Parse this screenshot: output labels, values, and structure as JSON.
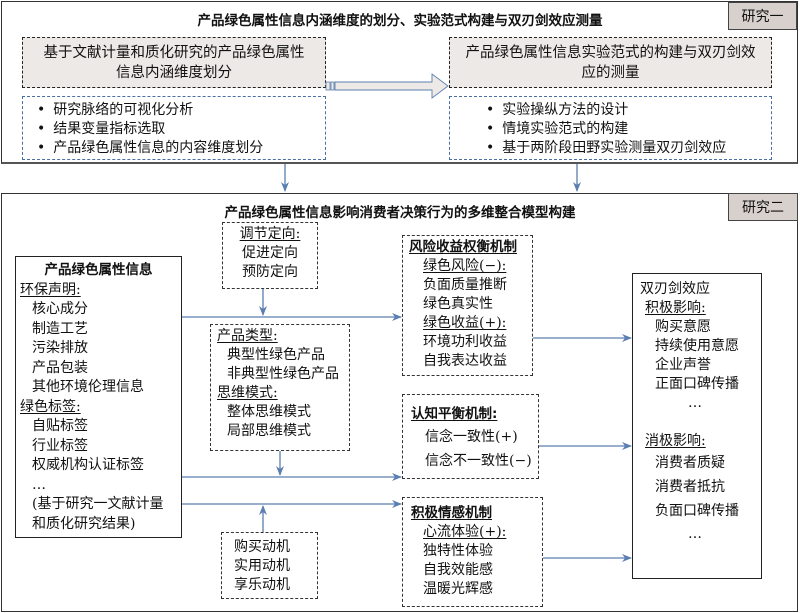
{
  "study1": {
    "tag": "研究一",
    "title": "产品绿色属性信息内涵维度的划分、实验范式构建与双刃剑效应测量",
    "left_box": {
      "heading_line1": "基于文献计量和质化研究的产品绿色属性",
      "heading_line2": "信息内涵维度划分",
      "items": [
        "研究脉络的可视化分析",
        "结果变量指标选取",
        "产品绿色属性信息的内容维度划分"
      ]
    },
    "right_box": {
      "heading_line1": "产品绿色属性信息实验范式的构建与双刃剑效",
      "heading_line2": "应的测量",
      "items": [
        "实验操纵方法的设计",
        "情境实验范式的构建",
        "基于两阶段田野实验测量双刃剑效应"
      ]
    }
  },
  "study2": {
    "tag": "研究二",
    "title": "产品绿色属性信息影响消费者决策行为的多维整合模型构建",
    "green_info": {
      "title": "产品绿色属性信息",
      "group1_label": "环保声明:",
      "group1_items": [
        "核心成分",
        "制造工艺",
        "污染排放",
        "产品包装",
        "其他环境伦理信息"
      ],
      "group2_label": "绿色标签:",
      "group2_items": [
        "自贴标签",
        "行业标签",
        "权威机构认证标签"
      ],
      "ellipsis": "…",
      "note_line1": "(基于研究一文献计量",
      "note_line2": "和质化研究结果)"
    },
    "regulatory": {
      "label": "调节定向:",
      "items": [
        "促进定向",
        "预防定向"
      ]
    },
    "product_type": {
      "label1": "产品类型:",
      "items1": [
        "典型性绿色产品",
        "非典型性绿色产品"
      ],
      "label2": "思维模式:",
      "items2": [
        "整体思维模式",
        "局部思维模式"
      ]
    },
    "motive": {
      "items": [
        "购买动机",
        "实用动机",
        "享乐动机"
      ]
    },
    "risk_benefit": {
      "title": "风险收益权衡机制",
      "risk_label": "绿色风险(−):",
      "risk_items": [
        "负面质量推断",
        "绿色真实性"
      ],
      "benefit_label": "绿色收益(+):",
      "benefit_items": [
        "环境功利收益",
        "自我表达收益"
      ]
    },
    "cognitive": {
      "title": "认知平衡机制:",
      "items": [
        "信念一致性(+)",
        "信念不一致性(−)"
      ]
    },
    "affect": {
      "title": "积极情感机制",
      "sub_label": "心流体验(+):",
      "items": [
        "独特性体验",
        "自我效能感",
        "温暖光辉感"
      ]
    },
    "double_edge": {
      "title": "双刃剑效应",
      "positive_label": "积极影响:",
      "positive_items": [
        "购买意愿",
        "持续使用意愿",
        "企业声誉",
        "正面口碑传播"
      ],
      "positive_more": "…",
      "negative_label": "消极影响:",
      "negative_items": [
        "消费者质疑",
        "消费者抵抗",
        "负面口碑传播"
      ],
      "negative_more": "…"
    }
  },
  "colors": {
    "arrow": "#5b7fb0",
    "heading_fill": "#ede9e6",
    "tag_fill": "#d8d0cc",
    "list_border": "#4a6fa5"
  }
}
